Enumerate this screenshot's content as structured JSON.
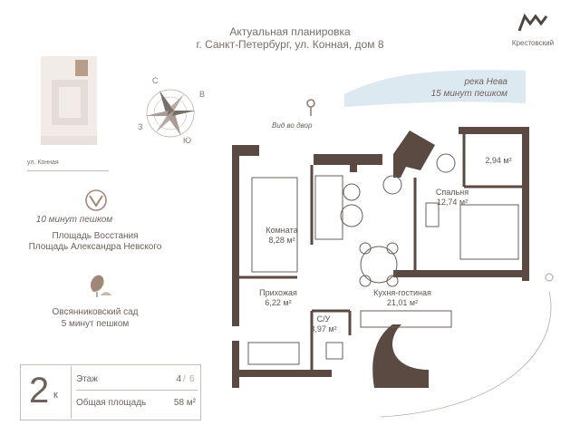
{
  "header": {
    "title": "Актуальная планировка",
    "address": "г. Санкт-Петербург, ул. Конная, дом 8"
  },
  "logo": {
    "text": "Крестовский"
  },
  "site_plan": {
    "street": "ул. Конная"
  },
  "compass": {
    "north": "С",
    "east": "В",
    "south": "Ю",
    "west": "З"
  },
  "river": {
    "name": "река Нева",
    "distance": "15 минут пешком"
  },
  "view": {
    "label": "Вид во двор"
  },
  "metro": {
    "walk": "10 минут пешком",
    "station1": "Площадь Восстания",
    "station2": "Площадь Александра Невского"
  },
  "garden": {
    "name": "Овсянниковский сад",
    "distance": "5 минут пешком"
  },
  "rooms": [
    {
      "name": "Комната",
      "area": "8,28 м²"
    },
    {
      "name": "Спальня",
      "area": "12,74 м²"
    },
    {
      "name": "Прихожая",
      "area": "6,22 м²"
    },
    {
      "name": "Кухня-гостиная",
      "area": "21,01 м²"
    },
    {
      "name": "С/У",
      "area": "3,97 м²"
    },
    {
      "name": "",
      "area": "2,94 м²"
    }
  ],
  "summary": {
    "rooms_count": "2",
    "rooms_suffix": "к",
    "floor_label": "Этаж",
    "floor_value": "4",
    "floor_total": "6",
    "area_label": "Общая площадь",
    "area_value": "58 м²"
  },
  "colors": {
    "wall": "#5a4a42",
    "accent": "#a08878",
    "river": "#dde9f0"
  }
}
